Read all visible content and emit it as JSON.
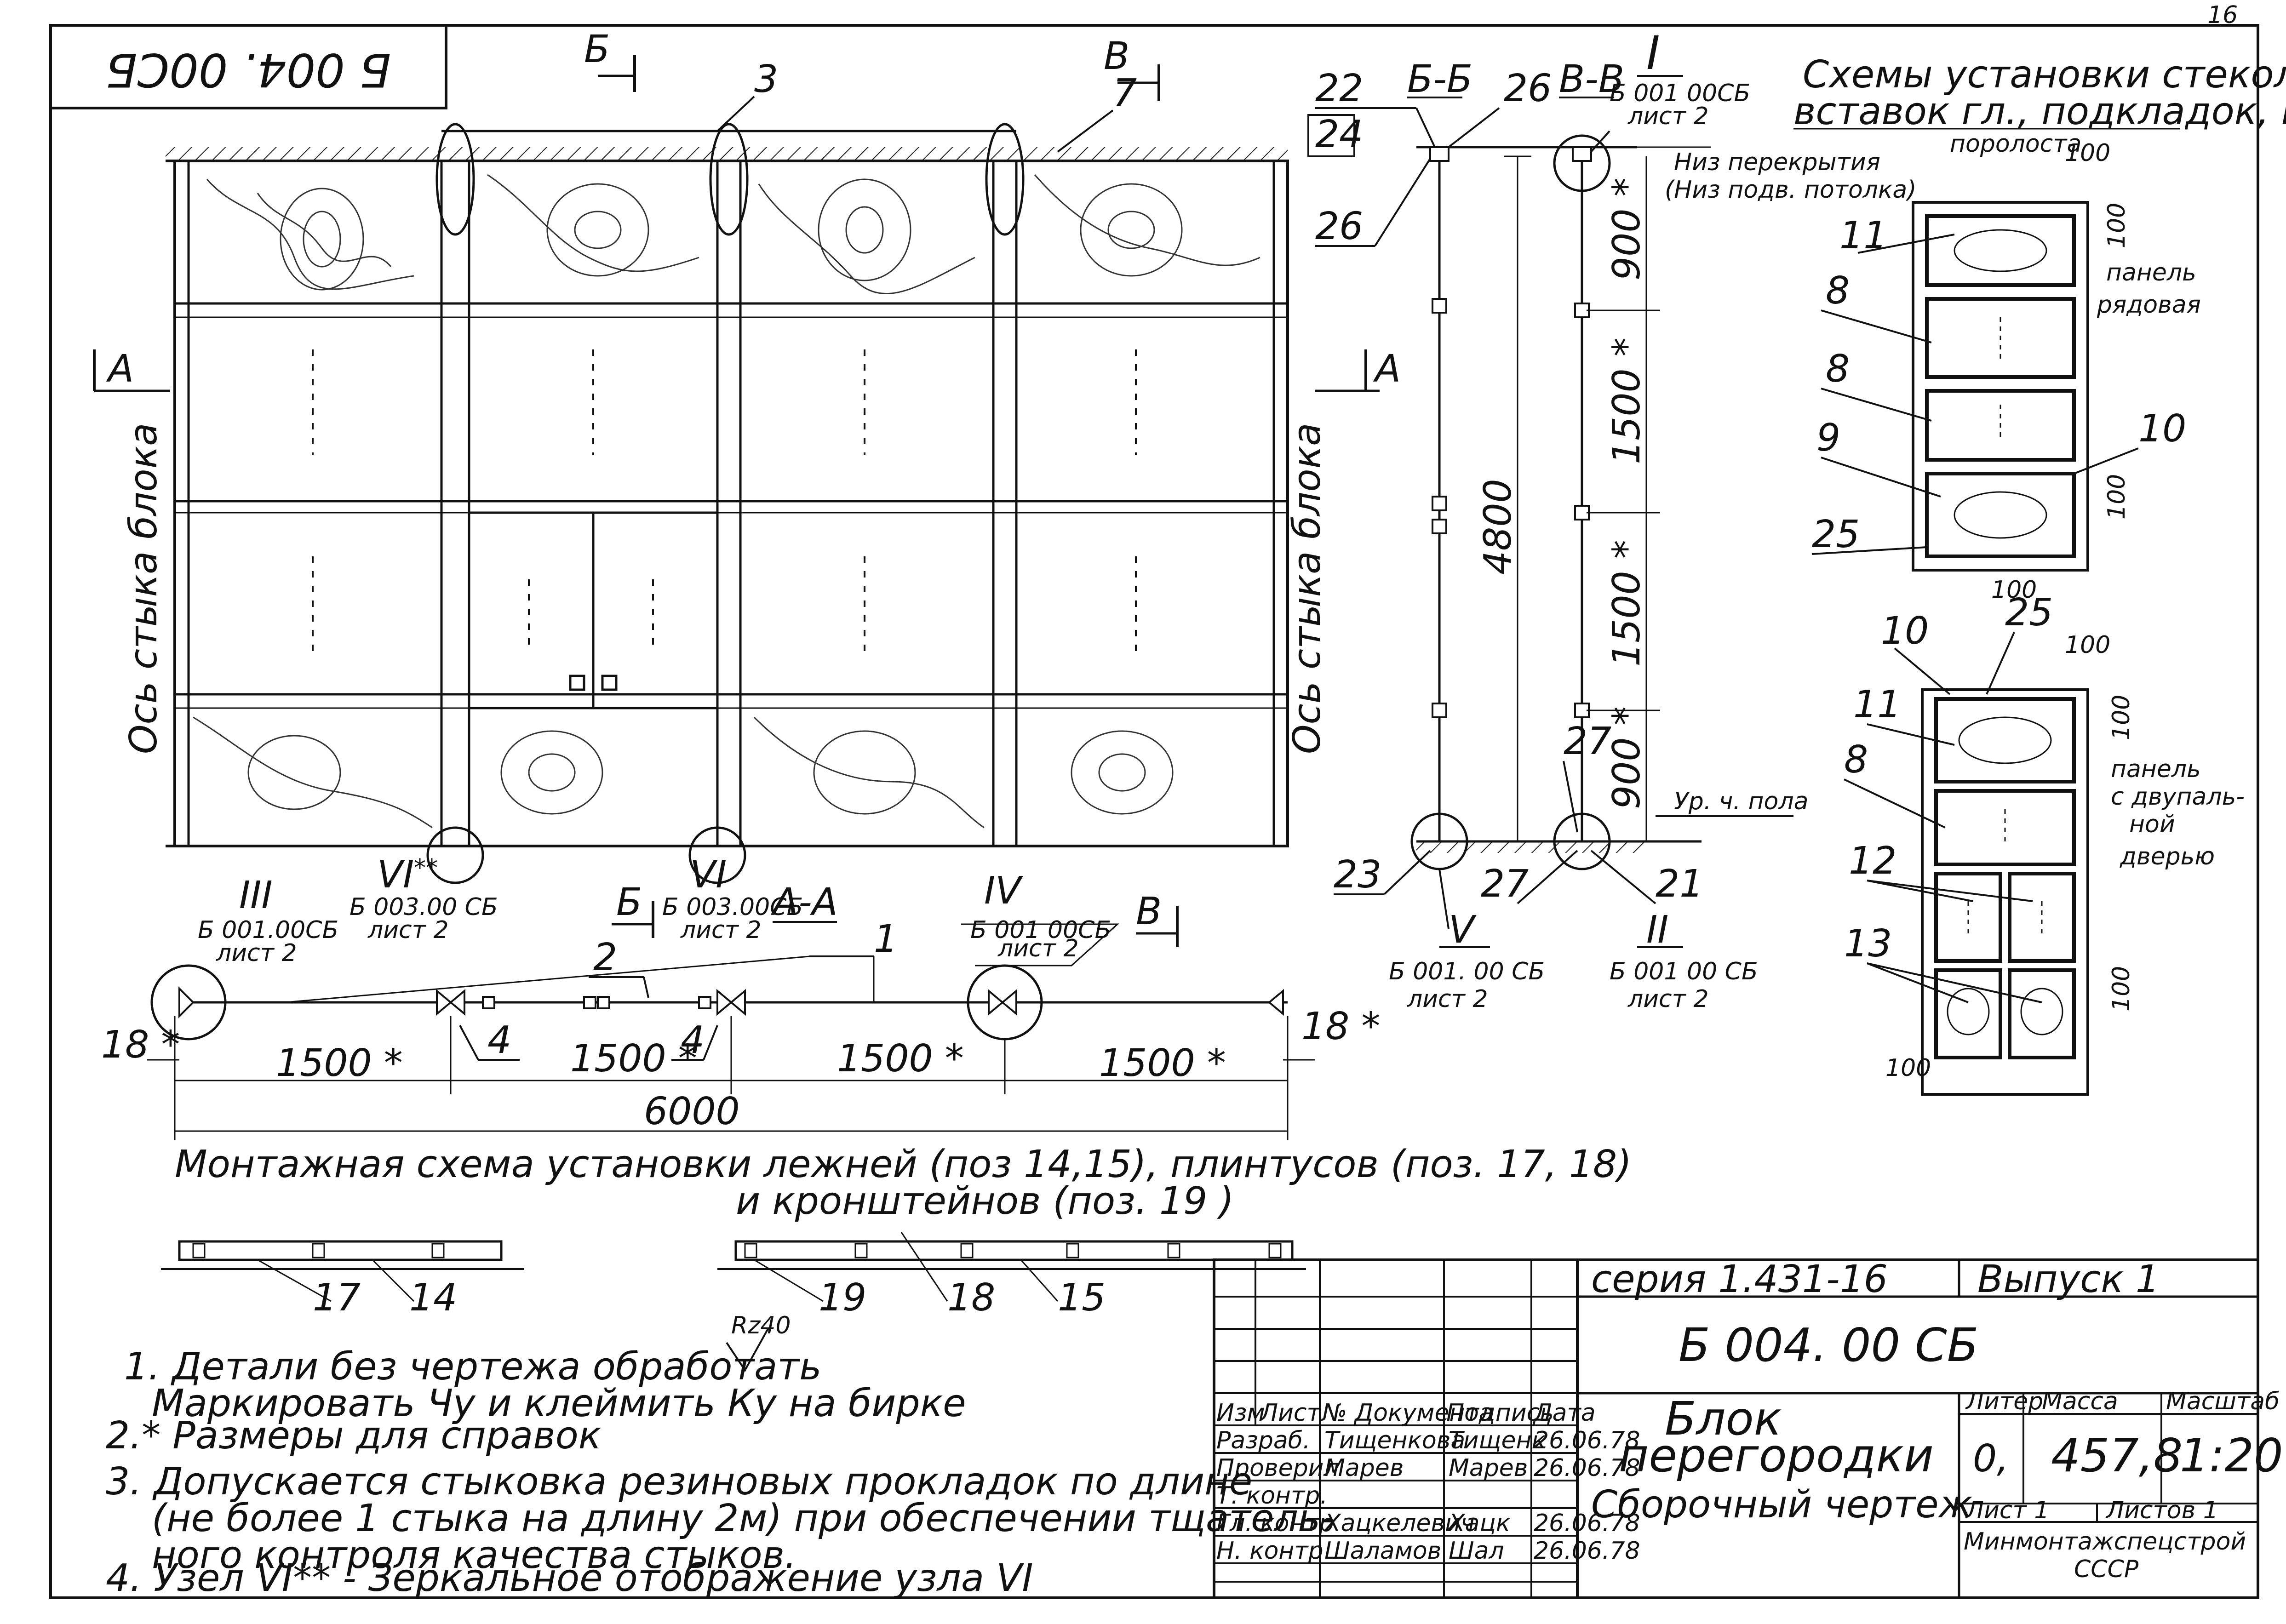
{
  "page_number": "16",
  "designation_stamp": "Б 004. 00СБ",
  "section_marks": {
    "b": "Б",
    "v": "В",
    "a": "А",
    "bb": "Б-Б",
    "vv": "В-В",
    "aa": "А-А"
  },
  "axis_label": "Ось стыка блока",
  "positions": [
    "3",
    "7",
    "22",
    "24",
    "26",
    "26",
    "23",
    "27",
    "27",
    "21",
    "11",
    "8",
    "8",
    "9",
    "10",
    "25",
    "10",
    "25",
    "11",
    "8",
    "12",
    "13",
    "1",
    "2",
    "4",
    "4",
    "17",
    "14",
    "19",
    "18",
    "15"
  ],
  "node_refs": {
    "I": {
      "num": "I",
      "doc": "Б 001 00СБ",
      "sheet": "лист 2"
    },
    "II": {
      "num": "II",
      "doc": "Б 001 00 СБ",
      "sheet": "лист 2"
    },
    "III": {
      "num": "III",
      "doc": "Б 001.00СБ",
      "sheet": "лист 2"
    },
    "IV": {
      "num": "IV",
      "doc": "Б 001 00СБ",
      "sheet": "лист 2"
    },
    "V": {
      "num": "V",
      "doc": "Б 001. 00 СБ",
      "sheet": "лист 2"
    },
    "VI": {
      "num": "VI",
      "sup": "**",
      "doc": "Б 003.00 СБ",
      "sheet": "лист 2"
    },
    "VI2": {
      "num": "VI",
      "doc": "Б 003.00СБ",
      "sheet": "лист 2"
    }
  },
  "notes_section": {
    "bottom_ceiling": "Низ перекрытия",
    "bottom_ceiling2": "(Низ подв. потолка)",
    "floor_level": "Ур. ч. пола"
  },
  "dimensions_section": {
    "d900_top": "900 *",
    "d1500_a": "1500 *",
    "d1500_b": "1500 *",
    "d900_bot": "900 *",
    "total_height": "4800"
  },
  "dimensions_plan": {
    "left": "18 *",
    "right": "18 *",
    "spans": [
      "1500 *",
      "1500 *",
      "1500 *",
      "1500 *"
    ],
    "total": "6000"
  },
  "schemes_title": [
    "Схемы установки стекол,",
    "вставок гл., подкладок, и",
    "поролоста"
  ],
  "panel_row_label": [
    "панель",
    "рядовая"
  ],
  "panel_door_label": [
    "панель",
    "с двупаль-",
    "ной",
    "дверью"
  ],
  "panel_dims": [
    "100",
    "100",
    "100",
    "100",
    "100",
    "100",
    "100",
    "100"
  ],
  "mounting_caption": [
    "Монтажная схема установки лежней (поз 14,15), плинтусов (поз. 17, 18)",
    "и кронштейнов (поз. 19 )"
  ],
  "roughness": "Rz40",
  "notes": [
    "1. Детали без чертежа обработать",
    "Маркировать Чу и клеймить Ку на бирке",
    "2.* Размеры для справок",
    "3. Допускается стыковка резиновых прокладок по длине",
    "(не более 1 стыка на длину 2м) при обеспечении тщатель-",
    "ного контроля качества стыков.",
    "4. Узел VI** - Зеркальное отображение узла VI"
  ],
  "title_block": {
    "series": "серия 1.431-16",
    "issue": "Выпуск 1",
    "code": "Б 004. 00 СБ",
    "title1": "Блок",
    "title2": "перегородки",
    "doc_type": "Сборочный чертеж",
    "headers": [
      "Изм",
      "Лист",
      "№ Документа",
      "Подпись",
      "Дата"
    ],
    "rows": [
      {
        "role": "Разраб.",
        "name": "Тищенкова",
        "sign": "Тищенк",
        "date": "26.06.78"
      },
      {
        "role": "Проверил",
        "name": "Марев",
        "sign": "Марев",
        "date": "26.06.78"
      },
      {
        "role": "Т. контр.",
        "name": "",
        "sign": "",
        "date": ""
      },
      {
        "role": "Гл. контр",
        "name": "Хацкелевич",
        "sign": "Хацк",
        "date": "26.06.78"
      },
      {
        "role": "Н. контр",
        "name": "Шаламов",
        "sign": "Шал",
        "date": "26.06.78"
      }
    ],
    "liter_h": "Литер",
    "mass_h": "Масса",
    "scale_h": "Масштаб",
    "liter": "0,",
    "mass": "457,8",
    "scale": "1:20",
    "sheet": "Лист 1",
    "sheets": "Листов 1",
    "org1": "Минмонтажспецстрой",
    "org2": "СССР"
  }
}
